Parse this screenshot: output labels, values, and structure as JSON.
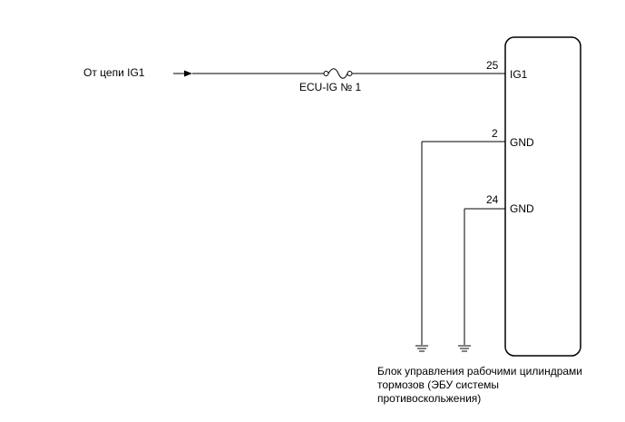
{
  "source": {
    "label": "От цепи IG1"
  },
  "fuse": {
    "label": "ECU-IG № 1"
  },
  "ecu": {
    "pins": [
      {
        "number": "25",
        "name": "IG1"
      },
      {
        "number": "2",
        "name": "GND"
      },
      {
        "number": "24",
        "name": "GND"
      }
    ],
    "caption_lines": [
      "Блок управления рабочими цилиндрами",
      "тормозов (ЭБУ системы",
      "противоскольжения)"
    ]
  }
}
